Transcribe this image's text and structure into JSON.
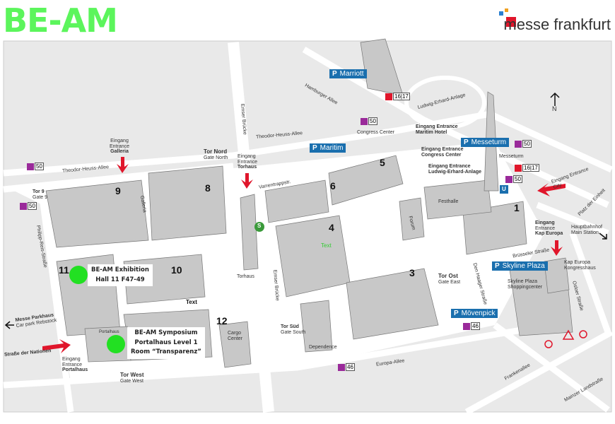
{
  "header": {
    "logo": "BE-AM",
    "brand": "messe frankfurt"
  },
  "halls": [
    "9",
    "8",
    "6",
    "5",
    "4",
    "3",
    "1",
    "11",
    "10",
    "12"
  ],
  "buildings": {
    "galleria": "Galleria",
    "forum": "Forum",
    "festhalle": "Festhalle",
    "torhaus": "Torhaus",
    "cargo": "Cargo Center",
    "dependence": "Dependence",
    "portalhaus": "Portalhaus",
    "messeturm": "Messeturm",
    "skyline_center": "Skyline Plaza Shoppingcenter",
    "kap_europa": "Kap Europa Kongresshaus",
    "congress_center": "Congress Center"
  },
  "streets": {
    "theodor_west": "Theodor-Heuss-Allee",
    "theodor_east": "Theodor-Heuss-Allee",
    "hamburger": "Hamburger Allee",
    "ludwig": "Ludwig-Erhard-Anlage",
    "varrentrapp": "Varrentrappstr.",
    "emser_top": "Emser Brücke",
    "emser_bottom": "Emser Brücke",
    "philipp": "Philipp-Reis-Straße",
    "europa": "Europa-Allee",
    "bruesseler": "Brüsseler Straße",
    "denhaager": "Den Haager Straße",
    "osloer": "Osloer Straße",
    "franken": "Frankenallee",
    "mainzer": "Mainzer Landstraße",
    "nationen": "Straße der Nationen",
    "platz": "Platz der Einheit"
  },
  "entrances": {
    "galleria": [
      "Eingang",
      "Entrance",
      "Galleria"
    ],
    "torhaus": [
      "Eingang",
      "Entrance",
      "Torhaus"
    ],
    "maritim": [
      "Eingang Entrance",
      "Maritim Hotel"
    ],
    "congress": [
      "Eingang Entrance",
      "Congress Center"
    ],
    "ludwig": [
      "Eingang Entrance",
      "Ludwig-Erhard-Anlage"
    ],
    "city": [
      "Eingang Entrance",
      "City"
    ],
    "kap": [
      "Eingang",
      "Entrance",
      "Kap Europa"
    ],
    "portalhaus": [
      "Eingang",
      "Entrance",
      "Portalhaus"
    ]
  },
  "gates": {
    "nord": [
      "Tor Nord",
      "Gate North"
    ],
    "tor9": [
      "Tor 9",
      "Gate 9"
    ],
    "ost": [
      "Tor Ost",
      "Gate East"
    ],
    "sued": [
      "Tor Süd",
      "Gate South"
    ],
    "west": [
      "Tor West",
      "Gate West"
    ]
  },
  "parking": [
    "Marriott",
    "Maritim",
    "Messeturm",
    "Skyline Plaza",
    "Mövenpick"
  ],
  "directions": {
    "parkhaus": [
      "Messe Parkhaus",
      "Car park Rebstock"
    ],
    "hbf": [
      "Hauptbahnhof",
      "Main Station"
    ],
    "north": "N"
  },
  "transit": {
    "bus50": "50",
    "tram": "16|17",
    "bus46": "46",
    "s": "S",
    "u": "U"
  },
  "callouts": {
    "exhibition": [
      "BE-AM Exhibition",
      "Hall 11 F47-49"
    ],
    "symposium": [
      "BE-AM Symposium",
      "Portalhaus Level 1",
      "Room “Transparenz”"
    ]
  },
  "placeholders": {
    "text_black": "Text",
    "text_green": "Text"
  },
  "colors": {
    "marker": "#22e022",
    "logo": "#5cf55c",
    "parking": "#1a6fae",
    "arrow": "#e0162b"
  }
}
